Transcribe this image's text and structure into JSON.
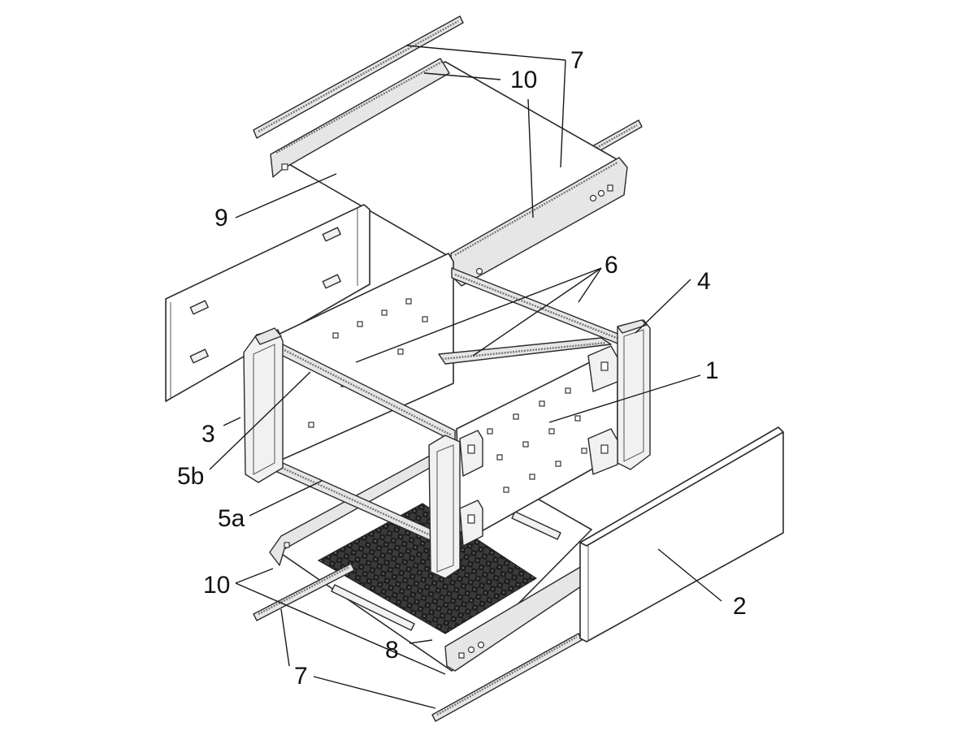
{
  "figure": {
    "type": "exploded-view technical drawing",
    "line_color": "#2b2b2b",
    "mesh_color": "#2e2e2e",
    "background": "#ffffff"
  },
  "callouts": [
    {
      "id": "1",
      "text": "1"
    },
    {
      "id": "2",
      "text": "2"
    },
    {
      "id": "3",
      "text": "3"
    },
    {
      "id": "4",
      "text": "4"
    },
    {
      "id": "5a",
      "text": "5a"
    },
    {
      "id": "5b",
      "text": "5b"
    },
    {
      "id": "6",
      "text": "6"
    },
    {
      "id": "7_top",
      "text": "7"
    },
    {
      "id": "7_bottom",
      "text": "7"
    },
    {
      "id": "8",
      "text": "8"
    },
    {
      "id": "9",
      "text": "9"
    },
    {
      "id": "10_top",
      "text": "10"
    },
    {
      "id": "10_bottom",
      "text": "10"
    }
  ]
}
